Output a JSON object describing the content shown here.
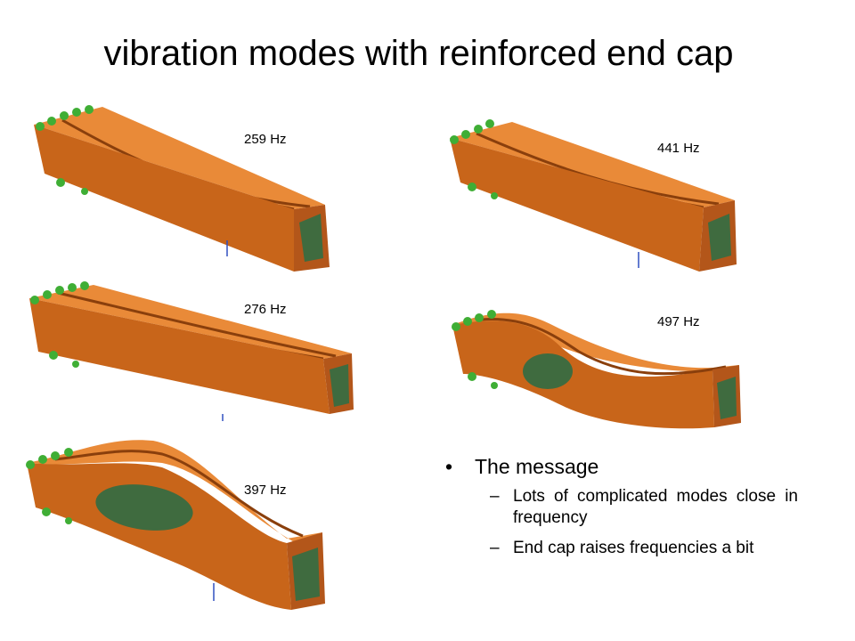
{
  "slide": {
    "title": "vibration modes with reinforced end cap"
  },
  "modes": [
    {
      "id": "mode-1",
      "frequency_label": "259 Hz",
      "shape": "twist"
    },
    {
      "id": "mode-2",
      "frequency_label": "441 Hz",
      "shape": "twist"
    },
    {
      "id": "mode-3",
      "frequency_label": "276 Hz",
      "shape": "straight"
    },
    {
      "id": "mode-4",
      "frequency_label": "497 Hz",
      "shape": "bulge"
    },
    {
      "id": "mode-5",
      "frequency_label": "397 Hz",
      "shape": "bulge"
    }
  ],
  "notes": {
    "heading": "The message",
    "bullet_symbol": "•",
    "dash_symbol": "–",
    "items": [
      "Lots of complicated modes close in frequency",
      "End cap raises frequencies a bit"
    ]
  },
  "colors": {
    "beam_orange": "#c8651a",
    "beam_dark": "#8a3f0c",
    "beam_light": "#e98a38",
    "inner_green": "#3f6b3f",
    "fixture_green": "#3fae35"
  }
}
